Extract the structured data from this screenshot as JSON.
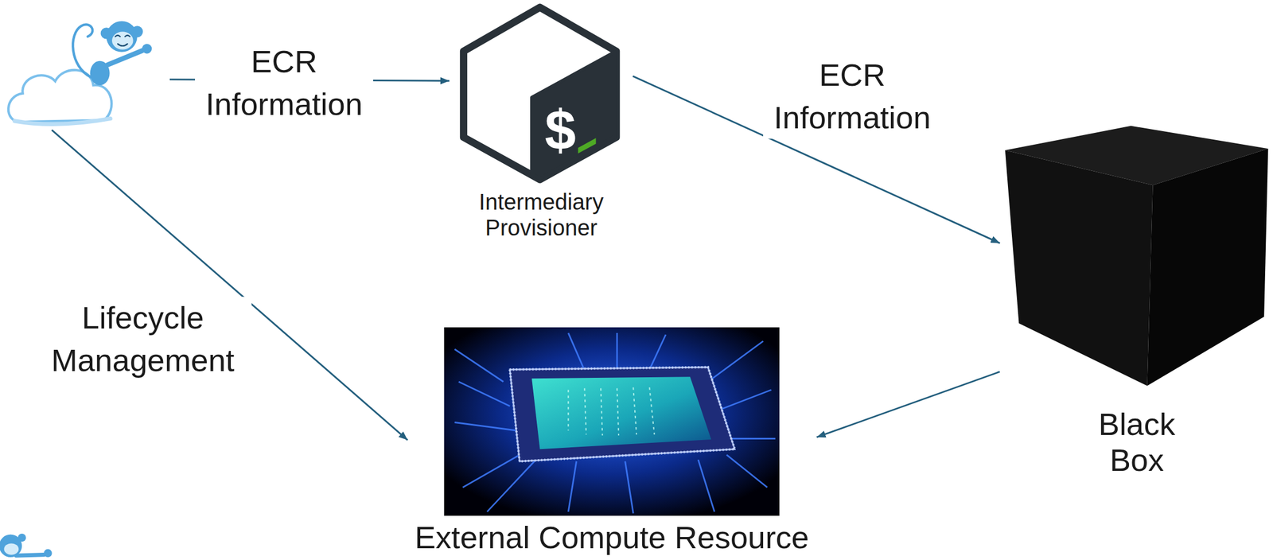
{
  "diagram": {
    "nodes": [
      {
        "text": []
      },
      {
        "text": [
          "Intermediary Provisioner"
        ]
      },
      {
        "text": [
          "Black Box"
        ]
      },
      {
        "text": [
          "External Compute Resource"
        ]
      }
    ],
    "edges": [
      {
        "from": 0,
        "to": 1,
        "label": "ECR Information",
        "arrow": "to"
      },
      {
        "from": 1,
        "to": 2,
        "label": "ECR Information",
        "arrow": "to"
      },
      {
        "from": 0,
        "to": 3,
        "label": "Lifecycle Management",
        "arrow": "to"
      },
      {
        "from": 2,
        "to": 3,
        "arrow": "to"
      }
    ],
    "labels": [
      "$"
    ]
  }
}
